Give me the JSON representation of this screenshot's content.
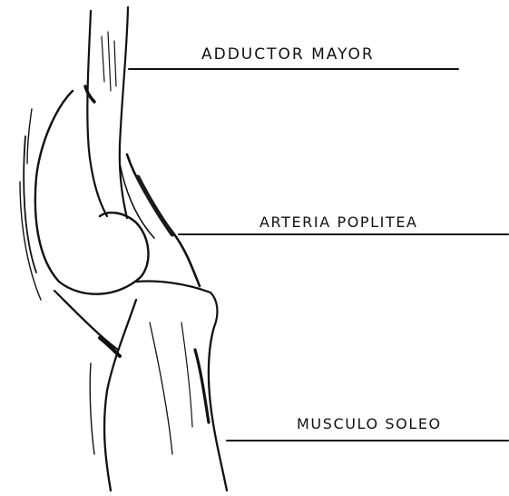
{
  "labels": {
    "adductor": "ADDUCTOR  MAYOR",
    "arteria": "ARTERIA  POPLITEA",
    "musculo": "MUSCULO  SOLEO"
  },
  "colors": {
    "ink": "#111111",
    "background": "#ffffff"
  }
}
